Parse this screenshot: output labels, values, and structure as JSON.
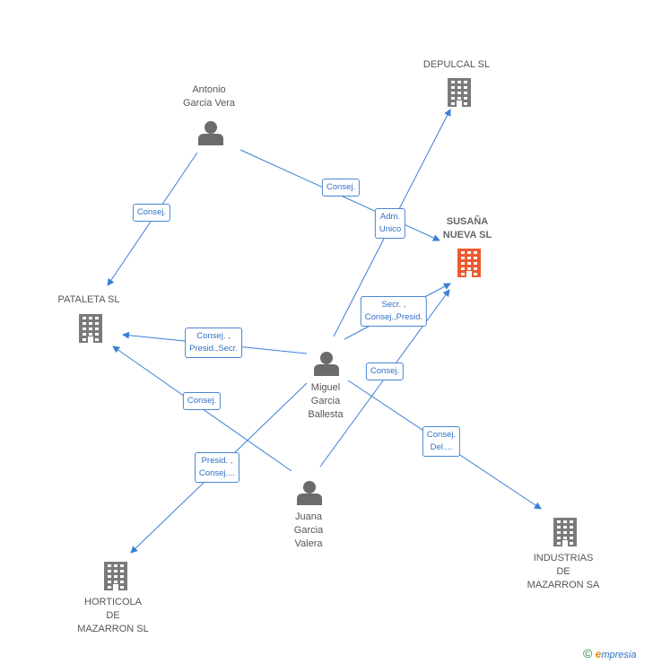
{
  "colors": {
    "edge": "#3a7fd5",
    "company": "#7a7a7a",
    "company_highlight": "#ee5a2e",
    "person": "#6b6b6b"
  },
  "nodes": {
    "antonio": {
      "label": "Antonio\nGarcia Vera",
      "type": "person"
    },
    "miguel": {
      "label": "Miguel\nGarcia\nBallesta",
      "type": "person"
    },
    "juana": {
      "label": "Juana\nGarcia\nValera",
      "type": "person"
    },
    "depulcal": {
      "label": "DEPULCAL SL",
      "type": "company"
    },
    "susana": {
      "label": "SUSAÑA\nNUEVA SL",
      "type": "company-highlight"
    },
    "pataleta": {
      "label": "PATALETA SL",
      "type": "company"
    },
    "industrias": {
      "label": "INDUSTRIAS\nDE\nMAZARRON SA",
      "type": "company"
    },
    "horticola": {
      "label": "HORTICOLA\nDE\nMAZARRON SL",
      "type": "company"
    }
  },
  "edges": {
    "antonio_susana": "Consej.",
    "antonio_pataleta": "Consej.",
    "miguel_depulcal": "Adm.\nUnico",
    "miguel_susana": "Secr. ,\nConsej.,Presid.",
    "miguel_pataleta": "Consej. ,\nPresid.,Secr.",
    "miguel_industrias": "Consej.\nDel....",
    "miguel_horticola": "Presid. ,\nConsej....",
    "juana_pataleta": "Consej.",
    "juana_susana": "Consej."
  },
  "footer": {
    "copyright": "©",
    "brand_e": "e",
    "brand_rest": "mpresia"
  }
}
